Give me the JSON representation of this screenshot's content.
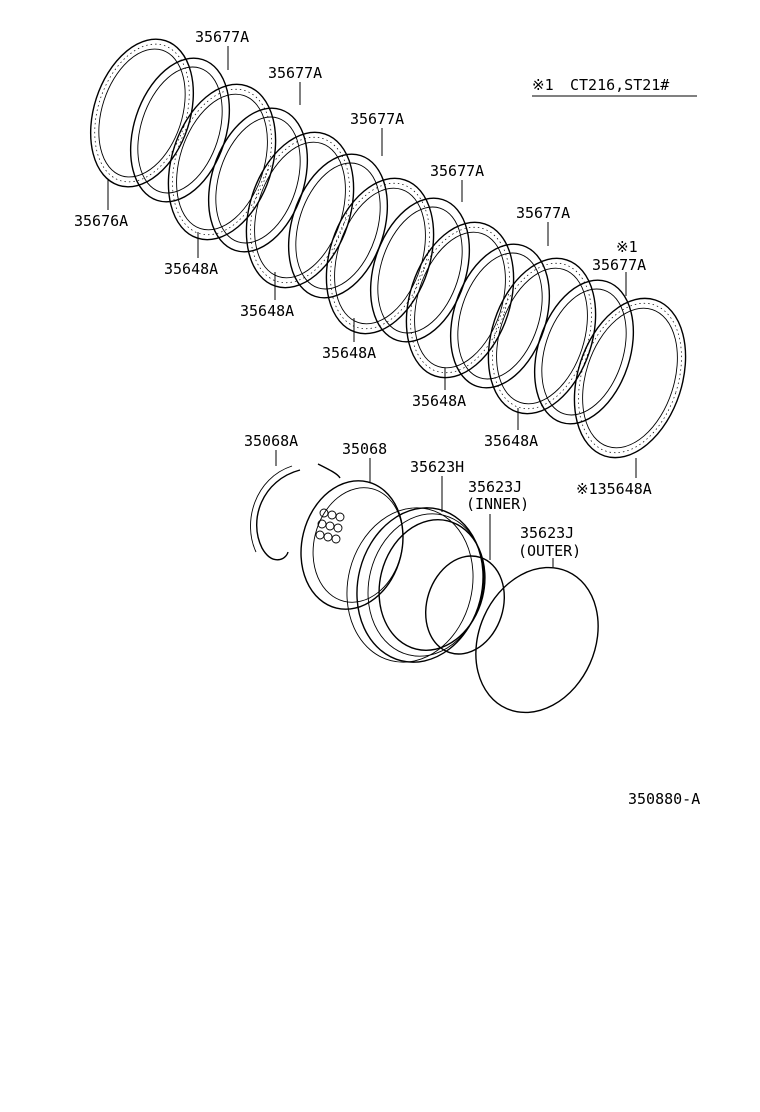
{
  "note": {
    "prefix": "※1",
    "text": "CT216,ST21#"
  },
  "labels": {
    "plate_end": "35676A",
    "plates": [
      "35677A",
      "35677A",
      "35677A",
      "35677A",
      "35677A",
      "35677A"
    ],
    "plate_note_mark": "※1",
    "discs": [
      "35648A",
      "35648A",
      "35648A",
      "35648A",
      "35648A"
    ],
    "disc_last": "※135648A",
    "snap_ring": "35068A",
    "spring_retainer": "35068",
    "piston": "35623H",
    "oring_inner_number": "35623J",
    "oring_inner_desc": "(INNER)",
    "oring_outer_number": "35623J",
    "oring_outer_desc": "(OUTER)"
  },
  "figure_code": "350880-A"
}
